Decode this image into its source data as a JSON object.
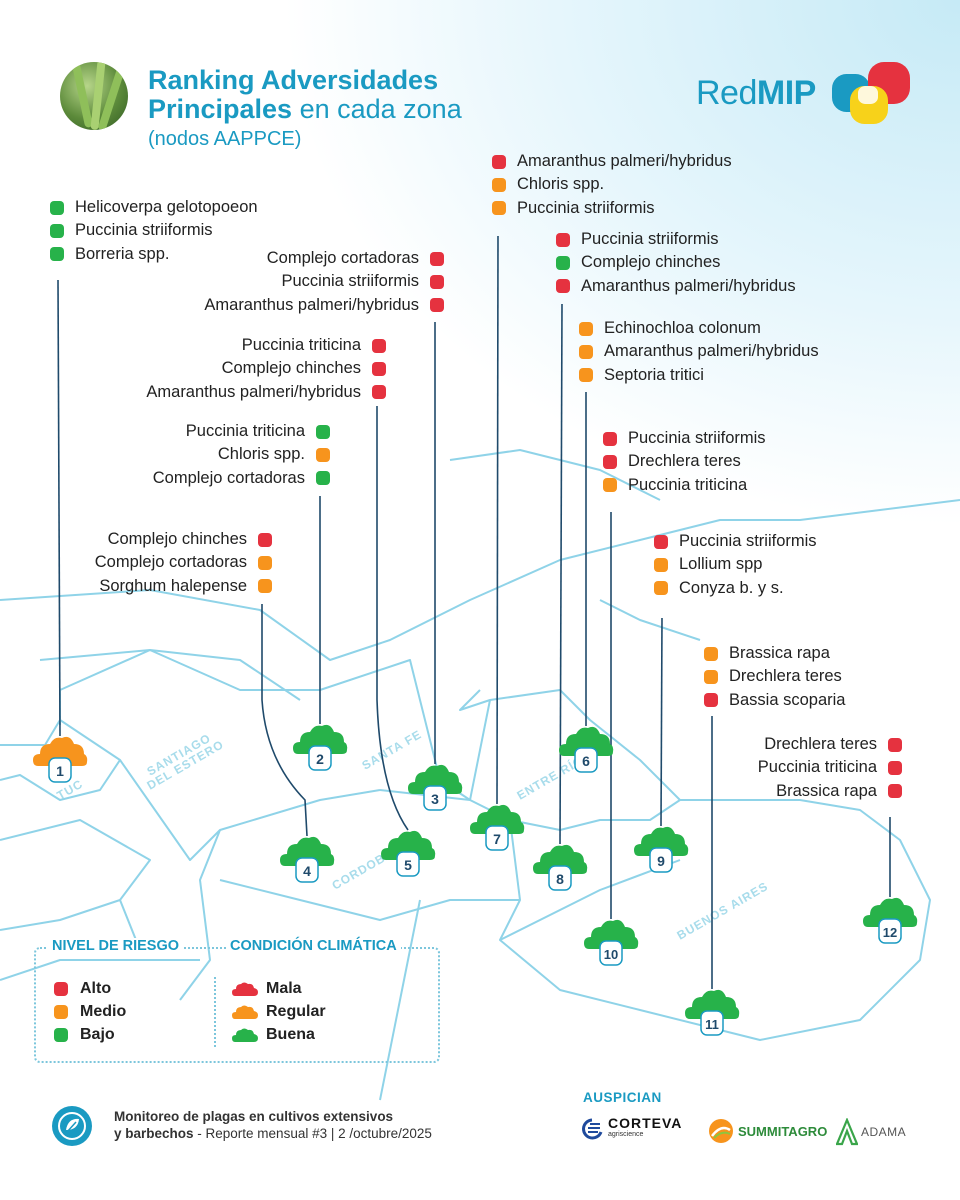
{
  "header": {
    "title_bold": "Ranking Adversidades Principales",
    "title_rest": " en cada zona",
    "subtitle": "(nodos AAPPCE)",
    "brand_regular": "Red",
    "brand_bold": "MIP"
  },
  "colors": {
    "alto": "#e5323f",
    "medio": "#f7941d",
    "bajo": "#27b24a",
    "accent": "#1a9ac2"
  },
  "zones": [
    {
      "number": "1",
      "climate": "regular",
      "items": [
        {
          "name": "Helicoverpa gelotopoeon",
          "risk": "bajo"
        },
        {
          "name": "Puccinia striiformis",
          "risk": "bajo"
        },
        {
          "name": "Borreria spp.",
          "risk": "bajo"
        }
      ]
    },
    {
      "number": "2",
      "climate": "buena",
      "items": [
        {
          "name": "Puccinia triticina",
          "risk": "bajo"
        },
        {
          "name": "Chloris spp.",
          "risk": "medio"
        },
        {
          "name": "Complejo cortadoras",
          "risk": "bajo"
        }
      ]
    },
    {
      "number": "3",
      "climate": "buena",
      "items": [
        {
          "name": "Complejo cortadoras",
          "risk": "alto"
        },
        {
          "name": "Puccinia striiformis",
          "risk": "alto"
        },
        {
          "name": "Amaranthus palmeri/hybridus",
          "risk": "alto"
        }
      ]
    },
    {
      "number": "4",
      "climate": "buena",
      "items": [
        {
          "name": "Complejo chinches",
          "risk": "alto"
        },
        {
          "name": "Complejo cortadoras",
          "risk": "medio"
        },
        {
          "name": "Sorghum halepense",
          "risk": "medio"
        }
      ]
    },
    {
      "number": "5",
      "climate": "buena",
      "items": [
        {
          "name": "Puccinia triticina",
          "risk": "alto"
        },
        {
          "name": "Complejo chinches",
          "risk": "alto"
        },
        {
          "name": "Amaranthus palmeri/hybridus",
          "risk": "alto"
        }
      ]
    },
    {
      "number": "6",
      "climate": "buena",
      "items": [
        {
          "name": "Echinochloa colonum",
          "risk": "medio"
        },
        {
          "name": "Amaranthus palmeri/hybridus",
          "risk": "medio"
        },
        {
          "name": "Septoria tritici",
          "risk": "medio"
        }
      ]
    },
    {
      "number": "7",
      "climate": "buena",
      "items": [
        {
          "name": "Amaranthus palmeri/hybridus",
          "risk": "alto"
        },
        {
          "name": "Chloris spp.",
          "risk": "medio"
        },
        {
          "name": "Puccinia striiformis",
          "risk": "medio"
        }
      ]
    },
    {
      "number": "8",
      "climate": "buena",
      "items": [
        {
          "name": "Puccinia striiformis",
          "risk": "alto"
        },
        {
          "name": "Complejo chinches",
          "risk": "bajo"
        },
        {
          "name": "Amaranthus palmeri/hybridus",
          "risk": "alto"
        }
      ]
    },
    {
      "number": "9",
      "climate": "buena",
      "items": [
        {
          "name": "Puccinia striiformis",
          "risk": "alto"
        },
        {
          "name": "Lollium spp",
          "risk": "medio"
        },
        {
          "name": "Conyza b. y s.",
          "risk": "medio"
        }
      ]
    },
    {
      "number": "10",
      "climate": "buena",
      "items": [
        {
          "name": "Puccinia striiformis",
          "risk": "alto"
        },
        {
          "name": "Drechlera teres",
          "risk": "alto"
        },
        {
          "name": "Puccinia triticina",
          "risk": "medio"
        }
      ]
    },
    {
      "number": "11",
      "climate": "buena",
      "items": [
        {
          "name": "Brassica rapa",
          "risk": "medio"
        },
        {
          "name": "Drechlera teres",
          "risk": "medio"
        },
        {
          "name": "Bassia scoparia",
          "risk": "alto"
        }
      ]
    },
    {
      "number": "12",
      "climate": "buena",
      "items": [
        {
          "name": "Drechlera teres",
          "risk": "alto"
        },
        {
          "name": "Puccinia triticina",
          "risk": "alto"
        },
        {
          "name": "Brassica rapa",
          "risk": "alto"
        }
      ]
    }
  ],
  "provinces": [
    "TUC",
    "SANTIAGO",
    "DEL ESTERO",
    "SANTA FE",
    "ENTRE RÍOS",
    "CORDOBA",
    "BUENOS AIRES"
  ],
  "legend": {
    "risk_title": "NIVEL DE RIESGO",
    "climate_title": "CONDICIÓN CLIMÁTICA",
    "risk": [
      "Alto",
      "Medio",
      "Bajo"
    ],
    "climate": [
      "Mala",
      "Regular",
      "Buena"
    ]
  },
  "footer": {
    "line1": "Monitoreo de plagas en cultivos extensivos",
    "line2_bold": "y barbechos",
    "line2_rest": " - Reporte mensual #3 | 2 /octubre/2025",
    "sponsors_title": "AUSPICIAN",
    "sponsors": [
      "CORTEVA",
      "agriscience",
      "SUMMITAGRO",
      "ADAMA"
    ]
  }
}
